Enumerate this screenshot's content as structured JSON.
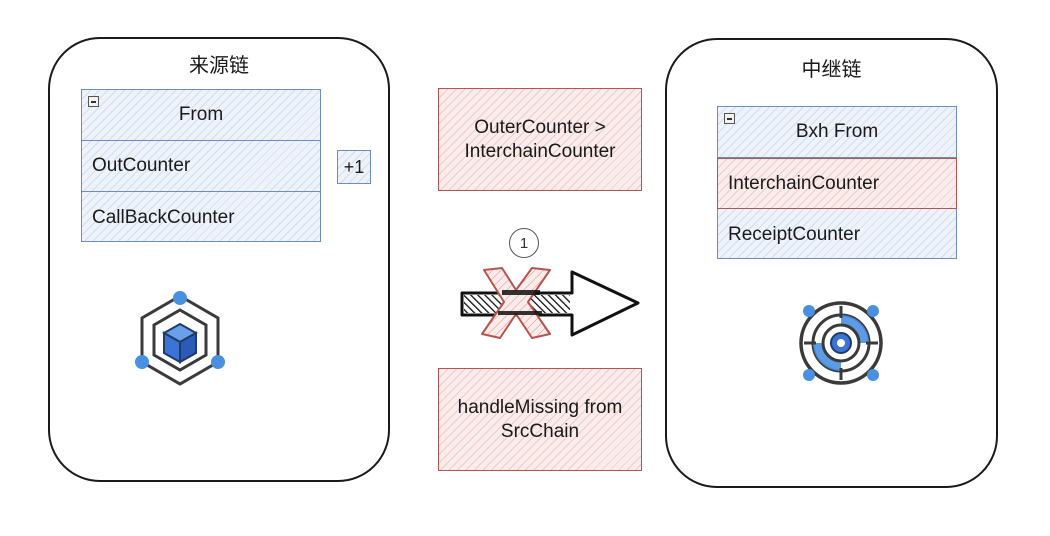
{
  "source_chain": {
    "title": "来源链",
    "class_box": {
      "header": "From",
      "fields": [
        "OutCounter",
        "CallBackCounter"
      ]
    },
    "increment_badge": "+1",
    "icon": "blockchain-cube-icon"
  },
  "relay_chain": {
    "title": "中继链",
    "class_box": {
      "header": "Bxh From",
      "fields": [
        "InterchainCounter",
        "ReceiptCounter"
      ]
    },
    "icon": "relay-hub-icon"
  },
  "middle": {
    "condition_note": [
      "OuterCounter >",
      "InterchainCounter"
    ],
    "action_note": [
      "handleMissing from",
      "SrcChain"
    ],
    "step_number": "1",
    "arrow_status": "blocked"
  },
  "colors": {
    "blue_stroke": "#6c8ebf",
    "blue_fill": "#dae8fc",
    "red_stroke": "#b85450",
    "red_fill": "#f8cecc",
    "icon_blue": "#4a90e2",
    "icon_dark": "#3a3a3a"
  }
}
